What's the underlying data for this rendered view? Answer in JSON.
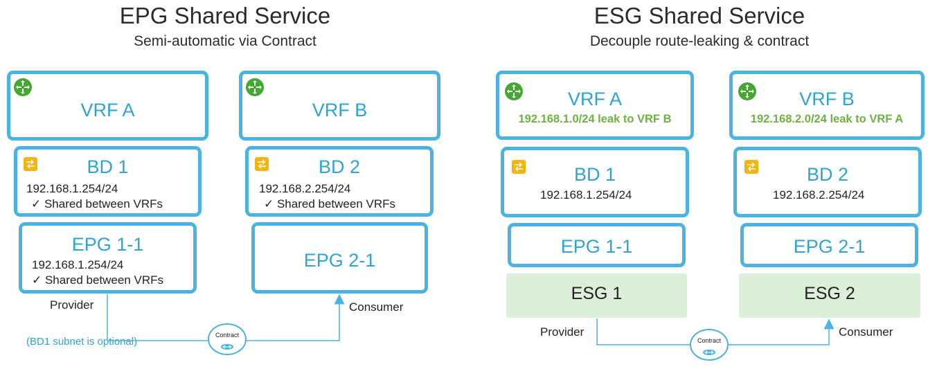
{
  "left": {
    "title": "EPG Shared Service",
    "subtitle": "Semi-automatic via Contract",
    "vrf_a": "VRF A",
    "vrf_b": "VRF B",
    "bd1": {
      "label": "BD 1",
      "subnet": "192.168.1.254/24",
      "shared": "✓  Shared between VRFs"
    },
    "bd2": {
      "label": "BD 2",
      "subnet": "192.168.2.254/24",
      "shared": "✓  Shared between VRFs"
    },
    "epg11": {
      "label": "EPG 1-1",
      "subnet": "192.168.1.254/24",
      "shared": "✓  Shared between VRFs"
    },
    "epg21": {
      "label": "EPG 2-1"
    },
    "provider": "Provider",
    "consumer": "Consumer",
    "contract": "Contract",
    "note": "(BD1 subnet is optional)"
  },
  "right": {
    "title": "ESG Shared Service",
    "subtitle": "Decouple route-leaking & contract",
    "vrf_a": {
      "label": "VRF A",
      "leak": "192.168.1.0/24 leak to VRF B"
    },
    "vrf_b": {
      "label": "VRF B",
      "leak": "192.168.2.0/24 leak to VRF A"
    },
    "bd1": {
      "label": "BD 1",
      "subnet": "192.168.1.254/24"
    },
    "bd2": {
      "label": "BD 2",
      "subnet": "192.168.2.254/24"
    },
    "epg11": "EPG 1-1",
    "epg21": "EPG 2-1",
    "esg1": "ESG 1",
    "esg2": "ESG 2",
    "provider": "Provider",
    "consumer": "Consumer",
    "contract": "Contract"
  },
  "colors": {
    "box_border": "#49b3e1",
    "label_blue": "#2ea3d6",
    "leak_green": "#6db33f",
    "vrf_icon": "#43a82f",
    "bd_icon": "#f5b30d",
    "esg_fill": "#dbefd9"
  },
  "icons": {
    "vrf": "router-icon",
    "bd": "bridge-domain-icon",
    "contract": "contract-icon"
  }
}
